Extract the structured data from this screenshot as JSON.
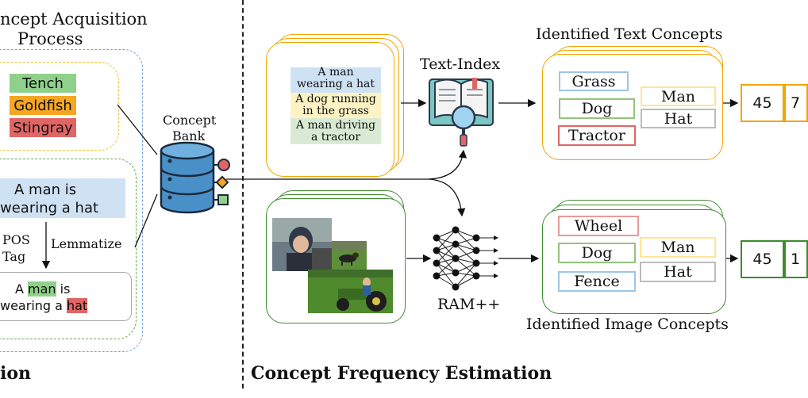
{
  "left": {
    "title_line1": "ncept Acquisition",
    "title_line2": "Process",
    "class_chips": [
      {
        "label": "Tench",
        "color": "#8fd18a"
      },
      {
        "label": "Goldfish",
        "color": "#f5a623"
      },
      {
        "label": "Stingray",
        "color": "#e06666"
      }
    ],
    "caption_line1": "A man is",
    "caption_line2": "wearing a hat",
    "pos_tag_line1": "POS",
    "pos_tag_line2": "Tag",
    "lemmatize": "Lemmatize",
    "result_line1_a": "A ",
    "result_line1_hl": "man",
    "result_line1_b": " is",
    "result_line2_a": "wearing a ",
    "result_line2_hl": "hat",
    "bottom_label": "ion"
  },
  "bank": {
    "label_line1": "Concept",
    "label_line2": "Bank"
  },
  "text_branch": {
    "captions": [
      {
        "line1": "A man",
        "line2": "wearing a hat",
        "color": "#cfe2f3"
      },
      {
        "line1": "A dog running",
        "line2": "in the grass",
        "color": "#fdf2c4"
      },
      {
        "line1": "A man driving",
        "line2": "a tractor",
        "color": "#d9ead3"
      }
    ],
    "index_label": "Text-Index",
    "concepts_title": "Identified Text Concepts",
    "concepts_left": [
      {
        "label": "Grass",
        "border": "#9fc5e8"
      },
      {
        "label": "Dog",
        "border": "#93c47d"
      },
      {
        "label": "Tractor",
        "border": "#e06666"
      }
    ],
    "concepts_right": [
      {
        "label": "Man",
        "border": "#ffe599"
      },
      {
        "label": "Hat",
        "border": "#bcbcbc"
      }
    ],
    "count_first": "45",
    "count_second_partial": "7"
  },
  "image_branch": {
    "model_label": "RAM++",
    "concepts_title": "Identified Image Concepts",
    "concepts_left": [
      {
        "label": "Wheel",
        "border": "#ea9999"
      },
      {
        "label": "Dog",
        "border": "#93c47d"
      },
      {
        "label": "Fence",
        "border": "#9fc5e8"
      }
    ],
    "concepts_right": [
      {
        "label": "Man",
        "border": "#ffe599"
      },
      {
        "label": "Hat",
        "border": "#bcbcbc"
      }
    ],
    "count_first": "45",
    "count_second_partial": "1"
  },
  "bottom_title": "Concept Frequency  Estimation",
  "colors": {
    "text_accent": "#f0a500",
    "image_accent": "#3d8b2f",
    "dashed_blue": "#6fa8dc",
    "dashed_orange": "#f1c232",
    "dashed_green": "#6aa84f",
    "db_blue": "#4a90c8"
  }
}
